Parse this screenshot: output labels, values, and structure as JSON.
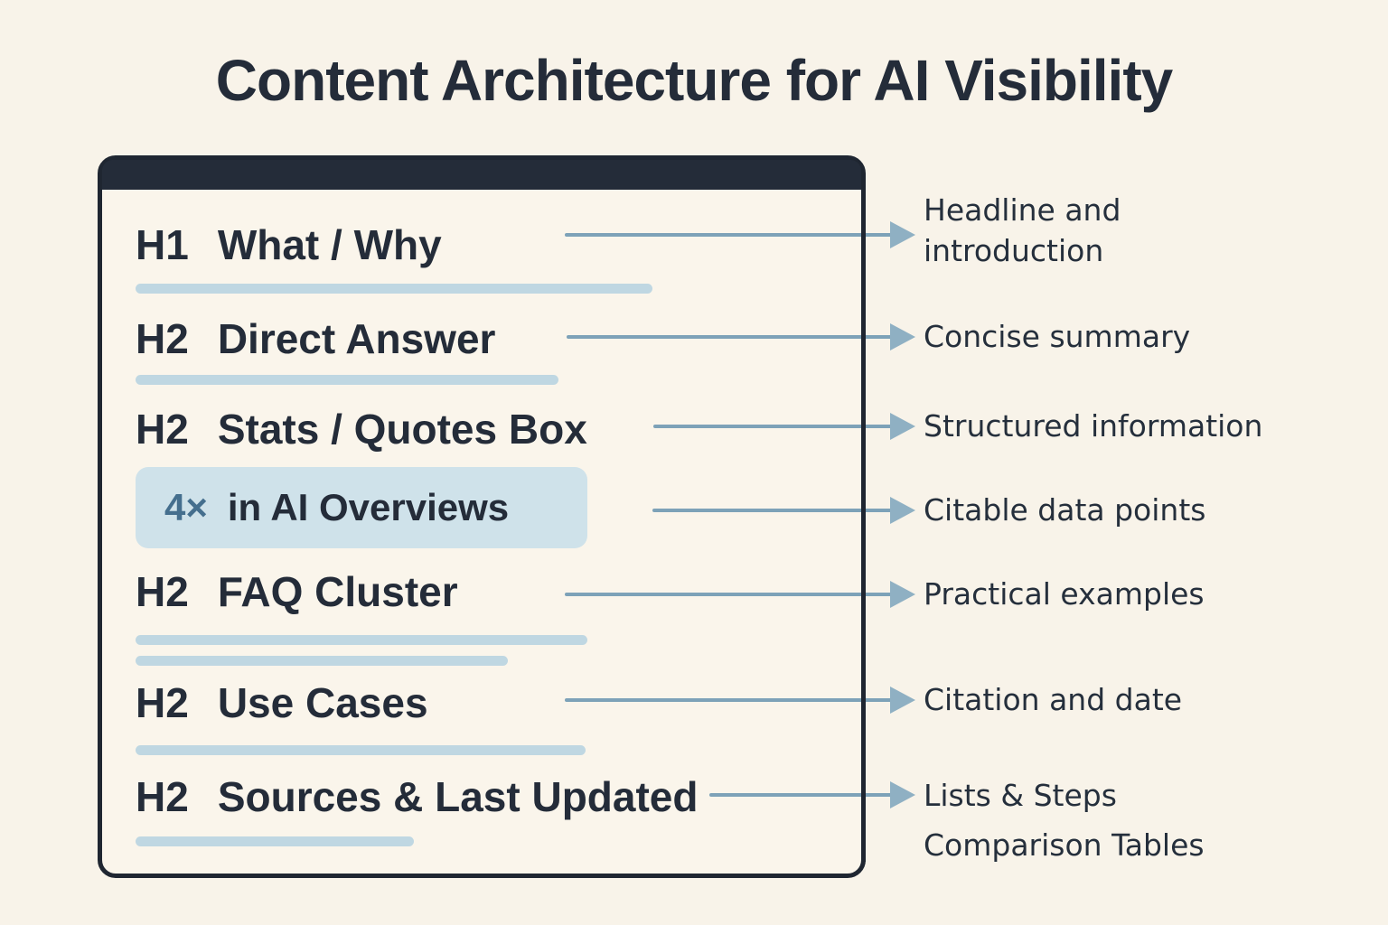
{
  "page_title": "Content Architecture for AI Visibility",
  "card": {
    "headings": [
      {
        "tag": "H1",
        "title": "What / Why"
      },
      {
        "tag": "H2",
        "title": "Direct Answer"
      },
      {
        "tag": "H2",
        "title": "Stats / Quotes Box"
      },
      {
        "tag": "H2",
        "title": "FAQ Cluster"
      },
      {
        "tag": "H2",
        "title": "Use Cases"
      },
      {
        "tag": "H2",
        "title": "Sources & Last Updated"
      }
    ],
    "stat_box": {
      "value": "4×",
      "label": "in AI Overviews"
    }
  },
  "annotations": [
    {
      "lines": [
        "Headline and",
        "introduction"
      ]
    },
    {
      "lines": [
        "Concise summary"
      ]
    },
    {
      "lines": [
        "Structured information"
      ]
    },
    {
      "lines": [
        "Citable data points"
      ]
    },
    {
      "lines": [
        "Practical examples"
      ]
    },
    {
      "lines": [
        "Citation and date"
      ]
    },
    {
      "lines": [
        "Lists & Steps",
        "Comparison Tables"
      ]
    }
  ],
  "colors": {
    "background": "#f8f3e9",
    "card_background": "#faf5eb",
    "ink": "#242c39",
    "titlebar": "#242c39",
    "card_border": "#1f2631",
    "underline": "#bfd7e2",
    "stat_box_background": "#cfe2ea",
    "stat_value": "#456f8e",
    "arrow_line": "#7da2b8",
    "arrow_head": "#8fb0c3"
  }
}
